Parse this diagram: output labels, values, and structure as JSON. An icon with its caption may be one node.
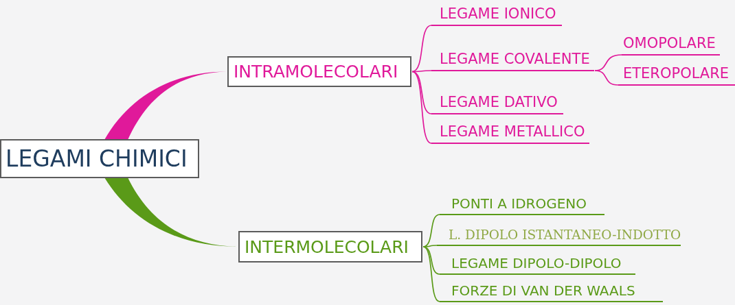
{
  "diagram": {
    "nodes": [
      {
        "text": [
          "LEGAMI CHIMICI"
        ]
      },
      {
        "text": [
          "INTRAMOLECOLARI"
        ]
      },
      {
        "text": [
          "LEGAME IONICO"
        ]
      },
      {
        "text": [
          "LEGAME COVALENTE"
        ]
      },
      {
        "text": [
          "OMOPOLARE"
        ]
      },
      {
        "text": [
          "ETEROPOLARE"
        ]
      },
      {
        "text": [
          "LEGAME DATIVO"
        ]
      },
      {
        "text": [
          "LEGAME METALLICO"
        ]
      },
      {
        "text": [
          "INTERMOLECOLARI"
        ]
      },
      {
        "text": [
          "PONTI A IDROGENO"
        ]
      },
      {
        "text": [
          "L. DIPOLO ISTANTANEO-INDOTTO"
        ]
      },
      {
        "text": [
          "LEGAME DIPOLO-DIPOLO"
        ]
      },
      {
        "text": [
          "FORZE DI VAN DER WAALS"
        ]
      }
    ],
    "edges": [
      {
        "from": 0,
        "to": 1,
        "arrow": "none",
        "style": "thick",
        "color": "#e0199a"
      },
      {
        "from": 0,
        "to": 8,
        "arrow": "none",
        "style": "thick",
        "color": "#5a9a18"
      },
      {
        "from": 1,
        "to": 2,
        "arrow": "none",
        "color": "#e0199a"
      },
      {
        "from": 1,
        "to": 3,
        "arrow": "none",
        "color": "#e0199a"
      },
      {
        "from": 3,
        "to": 4,
        "arrow": "none",
        "color": "#e0199a"
      },
      {
        "from": 3,
        "to": 5,
        "arrow": "none",
        "color": "#e0199a"
      },
      {
        "from": 1,
        "to": 6,
        "arrow": "none",
        "color": "#e0199a"
      },
      {
        "from": 1,
        "to": 7,
        "arrow": "none",
        "color": "#e0199a"
      },
      {
        "from": 8,
        "to": 9,
        "arrow": "none",
        "color": "#5a9a18"
      },
      {
        "from": 8,
        "to": 10,
        "arrow": "none",
        "color": "#5a9a18"
      },
      {
        "from": 8,
        "to": 11,
        "arrow": "none",
        "color": "#5a9a18"
      },
      {
        "from": 8,
        "to": 12,
        "arrow": "none",
        "color": "#5a9a18"
      }
    ]
  }
}
